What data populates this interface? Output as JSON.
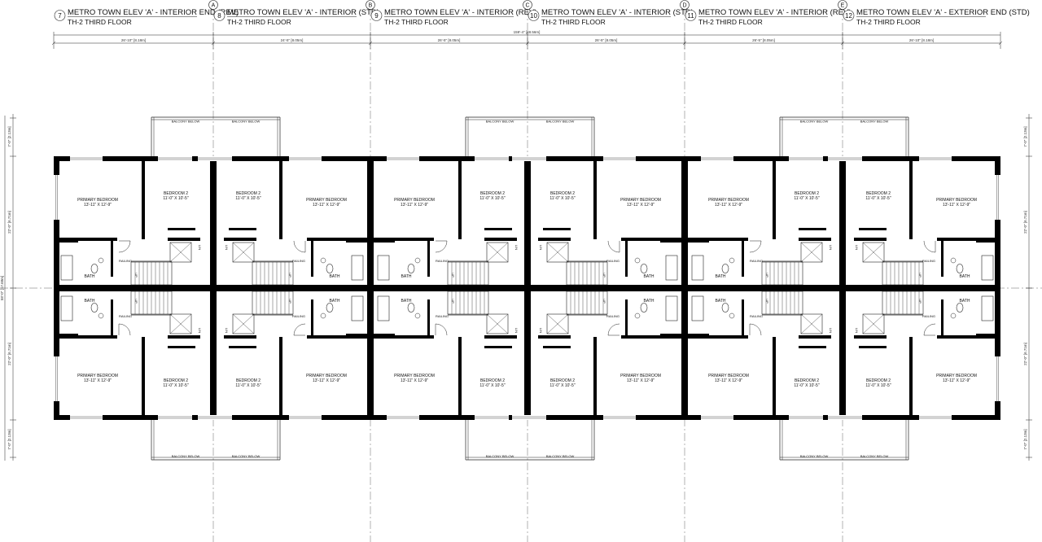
{
  "units": [
    {
      "number": "7",
      "title": "METRO TOWN ELEV 'A' - INTERIOR END (REV)",
      "subtitle": "TH-2 THIRD FLOOR",
      "width_dim": "26'-10\" [8.18m]",
      "mirror": false,
      "balcony": false
    },
    {
      "number": "8",
      "title": "METRO TOWN ELEV 'A' - INTERIOR (STD)",
      "subtitle": "TH-2 THIRD FLOOR",
      "width_dim": "24'-5\" [8.05m]",
      "mirror": true,
      "balcony": false
    },
    {
      "number": "9",
      "title": "METRO TOWN ELEV 'A' - INTERIOR (REV)",
      "subtitle": "TH-2 THIRD FLOOR",
      "width_dim": "26'-5\" [8.05m]",
      "mirror": false,
      "balcony": true
    },
    {
      "number": "10",
      "title": "METRO TOWN ELEV 'A' - INTERIOR (STD)",
      "subtitle": "TH-2 THIRD FLOOR",
      "width_dim": "26'-5\" [8.05m]",
      "mirror": true,
      "balcony": true
    },
    {
      "number": "11",
      "title": "METRO TOWN ELEV 'A' - INTERIOR (REV)",
      "subtitle": "TH-2 THIRD FLOOR",
      "width_dim": "26'-5\" [8.05m]",
      "mirror": false,
      "balcony": true
    },
    {
      "number": "12",
      "title": "METRO TOWN ELEV 'A' - EXTERIOR END (STD)",
      "subtitle": "TH-2 THIRD FLOOR",
      "width_dim": "26'-10\" [8.18m]",
      "mirror": true,
      "balcony": true
    }
  ],
  "grid_letters": [
    "A",
    "B",
    "C",
    "D",
    "E"
  ],
  "overall_dim": "159'-4\" [48.56m]",
  "rooms": {
    "primary": {
      "name": "PRIMARY BEDROOM",
      "size": "13'-11\" X 12'-9\""
    },
    "bedroom2": {
      "name": "BEDROOM 2",
      "size": "11'-0\" X 10'-5\""
    },
    "bath": "BATH",
    "railing": "RAILING",
    "linen": "LIN",
    "up": "UP"
  },
  "balcony_label": "BALCONY BELOW",
  "side_dims": {
    "total": "58'-0\" [17.68m]",
    "upper_seg": "22'-0\" [6.71m]",
    "lower_seg": "22'-0\" [6.71m]",
    "top_seg": "7'-0\" [2.13m]",
    "bottom_seg": "7'-0\" [2.13m]"
  },
  "colors": {
    "wall": "#000000",
    "line": "#222222",
    "grid": "#666666"
  }
}
